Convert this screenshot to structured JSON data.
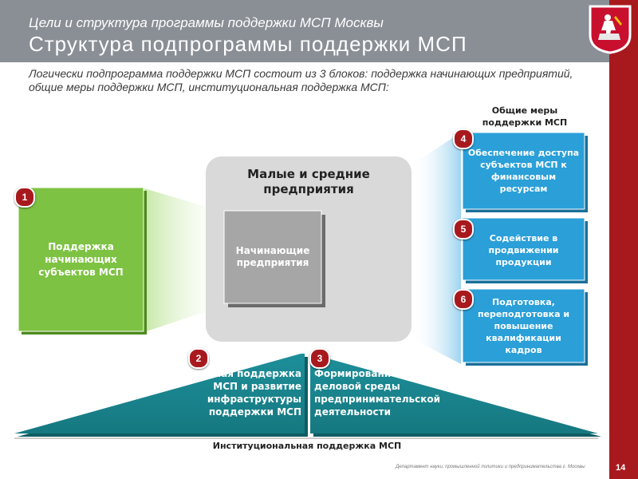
{
  "header": {
    "subtitle": "Цели и структура программы поддержки МСП Москвы",
    "title": "Структура подпрограммы поддержки МСП"
  },
  "intro": "Логически подпрограмма поддержки МСП состоит из 3 блоков: поддержка начинающих предприятий, общие меры поддержки МСП, институциональная поддержка МСП:",
  "center": {
    "title": "Малые и средние предприятия",
    "inner": "Начинающие предприятия"
  },
  "general_measures_title": "Общие меры поддержки МСП",
  "blocks": [
    {
      "num": "1",
      "text": "Поддержка начинающих субъектов МСП"
    },
    {
      "num": "2",
      "text": "Имущественная поддержка МСП и развитие инфраструктуры поддержки МСП"
    },
    {
      "num": "3",
      "text": "Формирование благоприятной деловой среды предпринимательской деятельности"
    },
    {
      "num": "4",
      "text": "Обеспечение доступа субъектов МСП к финансовым ресурсам"
    },
    {
      "num": "5",
      "text": "Содействие в продвижении продукции"
    },
    {
      "num": "6",
      "text": "Подготовка, переподготовка и повышение квалификации кадров"
    }
  ],
  "institutional_label": "Институциональная поддержка МСП",
  "footer": {
    "note": "Департамент науки, промышленной политики и предпринимательства г. Москвы",
    "page": "14"
  },
  "colors": {
    "header": "#8a8f96",
    "accent_red": "#a8191e",
    "green": "#7dc242",
    "blue": "#2a9fd8",
    "teal": "#1a8a94",
    "grey_center": "#d9d9d9",
    "grey_inner": "#a6a6a6"
  },
  "icons": {
    "emblem": "moscow-coat-of-arms-icon"
  }
}
